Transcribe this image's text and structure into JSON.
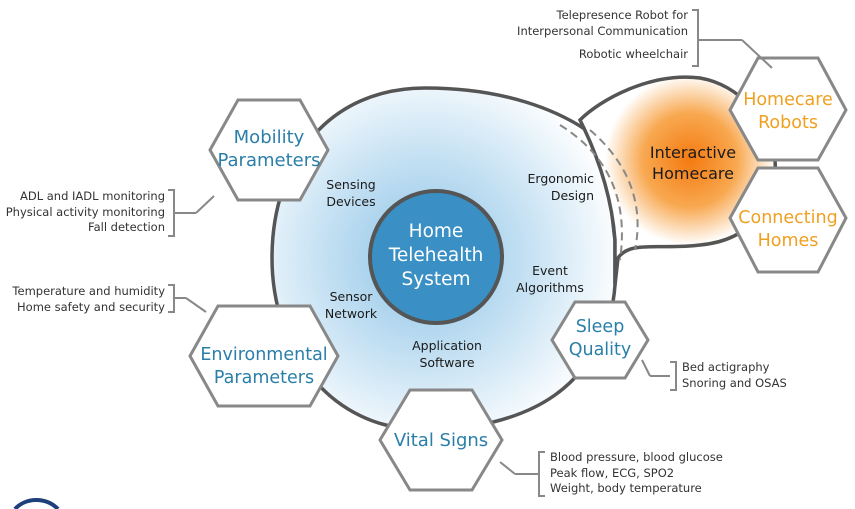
{
  "center_title": [
    "Home",
    "Telehealth",
    "System"
  ],
  "inner_labels": {
    "sensing_devices": [
      "Sensing",
      "Devices"
    ],
    "ergonomic_design": [
      "Ergonomic",
      "Design"
    ],
    "event_algorithms": [
      "Event",
      "Algorithms"
    ],
    "sensor_network": [
      "Sensor",
      "Network"
    ],
    "application_software": [
      "Application",
      "Software"
    ]
  },
  "interactive_homecare": [
    "Interactive",
    "Homecare"
  ],
  "hexagons": {
    "mobility": [
      "Mobility",
      "Parameters"
    ],
    "environmental": [
      "Environmental",
      "Parameters"
    ],
    "vital_signs": [
      "Vital Signs"
    ],
    "sleep_quality": [
      "Sleep",
      "Quality"
    ],
    "homecare_robots": [
      "Homecare",
      "Robots"
    ],
    "connecting_homes": [
      "Connecting",
      "Homes"
    ]
  },
  "notes": {
    "robots": [
      "Telepresence Robot for",
      "Interpersonal Communication",
      "",
      "Robotic wheelchair"
    ],
    "mobility": [
      "ADL and IADL monitoring",
      "Physical activity monitoring",
      "Fall detection"
    ],
    "environmental": [
      "Temperature and humidity",
      "Home safety and security"
    ],
    "sleep": [
      "Bed actigraphy",
      "Snoring and OSAS"
    ],
    "vital": [
      "Blood pressure, blood glucose",
      "Peak flow, ECG, SPO2",
      "Weight, body temperature"
    ]
  },
  "colors": {
    "teal_text": "#2a7fa8",
    "orange_text": "#f0a020",
    "center_fill": "#3a90c4",
    "blob_edge": "#555555"
  }
}
